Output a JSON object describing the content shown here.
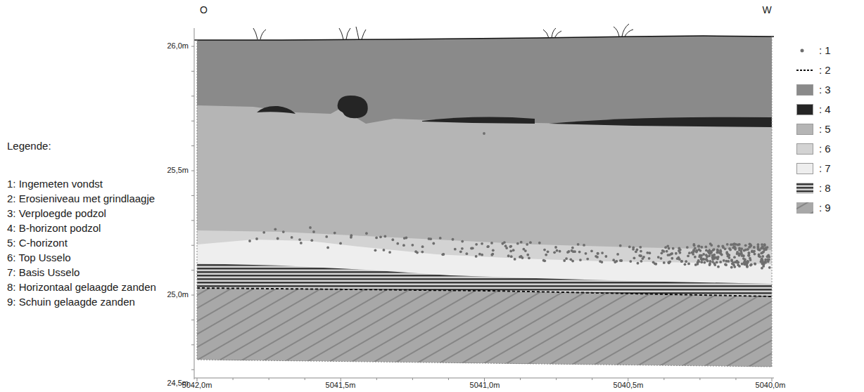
{
  "diagram": {
    "labels": [
      "O",
      "W",
      "26,0m",
      "25,5m",
      "25,0m",
      "24,5m",
      "5042,0m",
      "5041,5m",
      "5041,0m",
      "5040,5m",
      "5040,0m",
      "Legende:",
      "1: Ingemeten vondst",
      "2: Erosieniveau met grindlaagje",
      "3: Verploegde podzol",
      "4: B-horizont podzol",
      "5: C-horizont",
      "6: Top Usselo",
      "7: Basis Usselo",
      "8: Horizontaal gelaagde zanden",
      "9: Schuin gelaagde zanden"
    ],
    "legend": [
      {
        "text": ": 1"
      },
      {
        "text": ": 2"
      },
      {
        "text": ": 3",
        "color": "#8a8a8a"
      },
      {
        "text": ": 4",
        "color": "#252525"
      },
      {
        "text": ": 5",
        "color": "#b5b5b5"
      },
      {
        "text": ": 6",
        "color": "#d3d3d3"
      },
      {
        "text": ": 7",
        "color": "#eeeeee"
      },
      {
        "text": ": 8"
      },
      {
        "text": ": 9"
      }
    ]
  }
}
